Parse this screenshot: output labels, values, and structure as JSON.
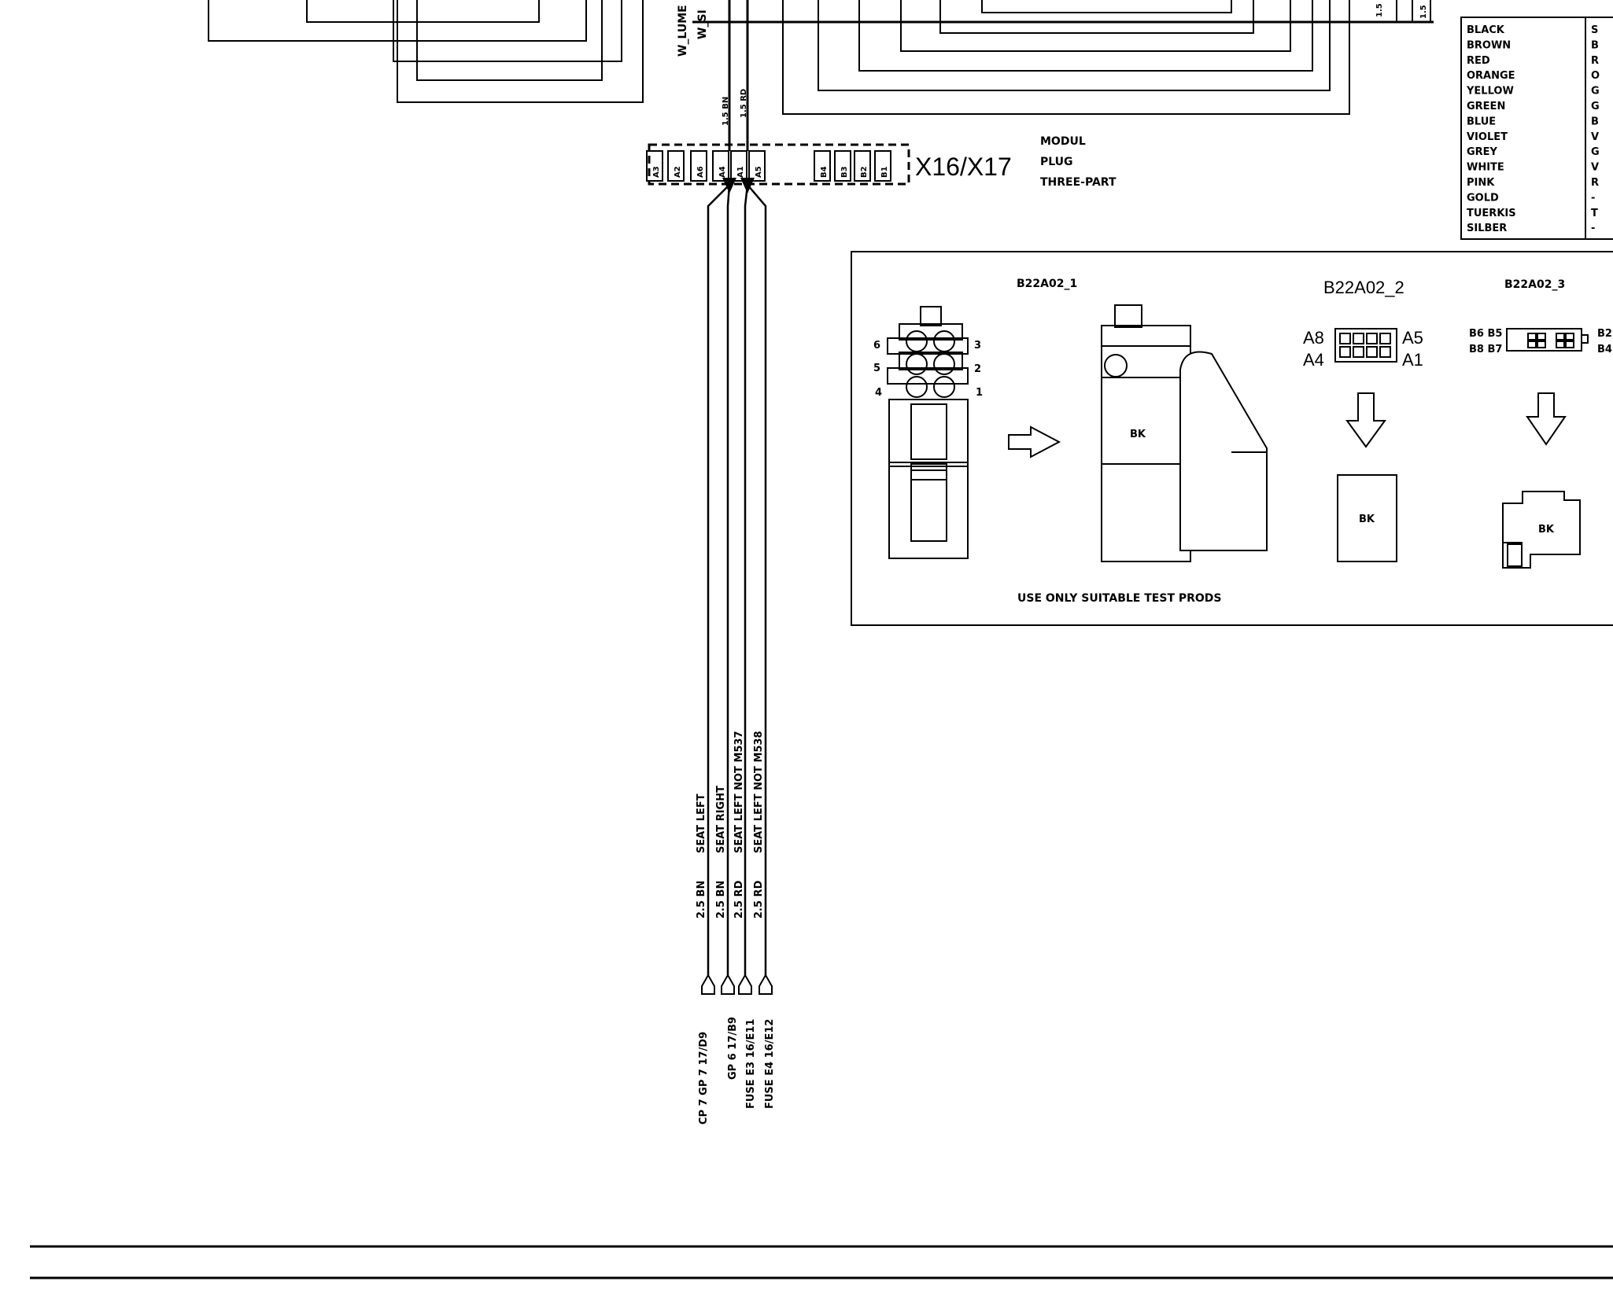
{
  "top_wires": {
    "vertical_labels": [
      "W_LUME",
      "W_SI"
    ],
    "gauge_labels": [
      "1.5 BN",
      "1.5 RD"
    ],
    "right_gauge_labels": [
      "1.5",
      "1.5"
    ]
  },
  "connector": {
    "name": "X16/X17",
    "description": [
      "MODUL",
      "PLUG",
      "THREE-PART"
    ],
    "pins": [
      "A3",
      "A2",
      "A6",
      "A4",
      "A1",
      "A5",
      "B4",
      "B3",
      "B2",
      "B1"
    ]
  },
  "color_legend": {
    "colors": [
      "BLACK",
      "BROWN",
      "RED",
      "ORANGE",
      "YELLOW",
      "GREEN",
      "BLUE",
      "VIOLET",
      "GREY",
      "WHITE",
      "PINK",
      "GOLD",
      "TUERKIS",
      "SILBER"
    ],
    "codes": [
      "S",
      "B",
      "R",
      "O",
      "G",
      "G",
      "B",
      "V",
      "G",
      "V",
      "R",
      "-",
      "T",
      "-"
    ]
  },
  "connector_views": {
    "view1": {
      "title": "B22A02_1",
      "pin_numbers_left": [
        "6",
        "5",
        "4"
      ],
      "pin_numbers_right": [
        "3",
        "2",
        "1"
      ],
      "housing_color": "BK"
    },
    "view2": {
      "title": "B22A02_2",
      "labels_left": [
        "A8",
        "A4"
      ],
      "labels_right": [
        "A5",
        "A1"
      ],
      "housing_color": "BK"
    },
    "view3": {
      "title": "B22A02_3",
      "labels_left": [
        "B6 B5",
        "B8 B7"
      ],
      "labels_right": [
        "B2",
        "B4"
      ],
      "housing_color": "BK"
    },
    "note": "USE ONLY SUITABLE TEST PRODS"
  },
  "wires": [
    {
      "gauge": "2.5 BN",
      "function": "SEAT LEFT",
      "destination": "CP 7 GP 7 17/D9"
    },
    {
      "gauge": "2.5 BN",
      "function": "SEAT RIGHT",
      "destination": "GP 6 17/B9"
    },
    {
      "gauge": "2.5 RD",
      "function": "SEAT LEFT NOT M537",
      "destination": "FUSE E3 16/E11"
    },
    {
      "gauge": "2.5 RD",
      "function": "SEAT LEFT NOT M538",
      "destination": "FUSE E4 16/E12"
    }
  ]
}
